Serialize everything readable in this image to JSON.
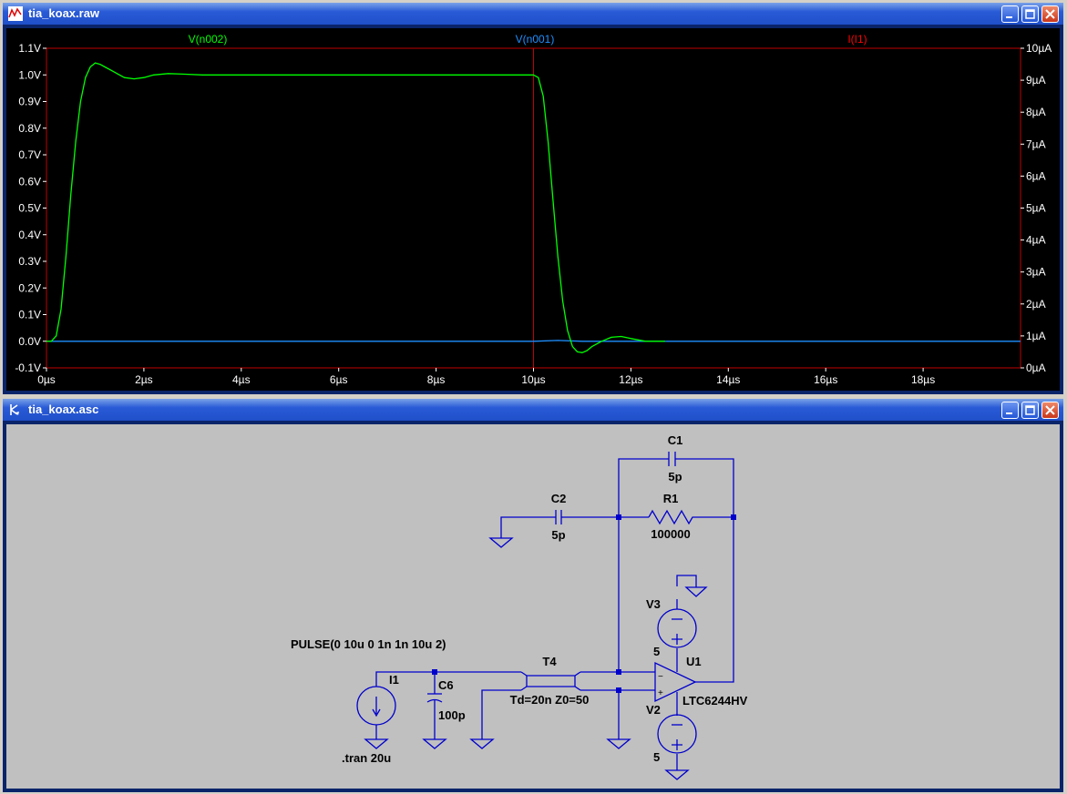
{
  "plot_window": {
    "title": "tia_koax.raw",
    "icon": "waveform-icon",
    "buttons": [
      "minimize-icon",
      "maximize-icon",
      "close-icon"
    ]
  },
  "schematic_window": {
    "title": "tia_koax.asc",
    "icon": "schematic-icon",
    "buttons": [
      "minimize-icon",
      "maximize-icon",
      "close-icon"
    ]
  },
  "colors": {
    "v_n002": "#00ff00",
    "v_n001": "#1e90ff",
    "i_i1": "#ff0000",
    "wire": "#0000cc",
    "plot_bg": "#000000",
    "grid_border": "#c00000",
    "schematic_bg": "#c0c0c0"
  },
  "chart_data": {
    "type": "line",
    "traces": [
      {
        "label": "V(n002)",
        "color": "#00ff00",
        "axis": "left"
      },
      {
        "label": "V(n001)",
        "color": "#1e90ff",
        "axis": "left"
      },
      {
        "label": "I(I1)",
        "color": "#ff0000",
        "axis": "right"
      }
    ],
    "x_ticks": [
      "0µs",
      "2µs",
      "4µs",
      "6µs",
      "8µs",
      "10µs",
      "12µs",
      "14µs",
      "16µs",
      "18µs"
    ],
    "x_tick_values": [
      0,
      2,
      4,
      6,
      8,
      10,
      12,
      14,
      16,
      18
    ],
    "xlim": [
      0,
      20
    ],
    "y_left_ticks": [
      "1.1V",
      "1.0V",
      "0.9V",
      "0.8V",
      "0.7V",
      "0.6V",
      "0.5V",
      "0.4V",
      "0.3V",
      "0.2V",
      "0.1V",
      "0.0V",
      "-0.1V"
    ],
    "y_left_values": [
      1.1,
      1.0,
      0.9,
      0.8,
      0.7,
      0.6,
      0.5,
      0.4,
      0.3,
      0.2,
      0.1,
      0.0,
      -0.1
    ],
    "ylim_left": [
      -0.1,
      1.1
    ],
    "y_right_ticks": [
      "10µA",
      "9µA",
      "8µA",
      "7µA",
      "6µA",
      "5µA",
      "4µA",
      "3µA",
      "2µA",
      "1µA",
      "0µA"
    ],
    "y_right_values": [
      10,
      9,
      8,
      7,
      6,
      5,
      4,
      3,
      2,
      1,
      0
    ],
    "ylim_right": [
      0,
      10
    ],
    "cursor_x": 10,
    "series": [
      {
        "name": "V(n002)",
        "x": [
          0,
          0.1,
          0.2,
          0.3,
          0.4,
          0.5,
          0.6,
          0.7,
          0.8,
          0.9,
          1.0,
          1.1,
          1.2,
          1.4,
          1.6,
          1.8,
          2.0,
          2.2,
          2.5,
          2.8,
          3.2,
          10.0,
          10.1,
          10.2,
          10.3,
          10.4,
          10.5,
          10.6,
          10.7,
          10.8,
          10.9,
          11.0,
          11.1,
          11.2,
          11.4,
          11.6,
          11.8,
          12.0,
          12.3,
          12.7
        ],
        "y": [
          0.0,
          0.0,
          0.02,
          0.12,
          0.32,
          0.55,
          0.75,
          0.9,
          0.99,
          1.03,
          1.045,
          1.04,
          1.03,
          1.01,
          0.99,
          0.985,
          0.99,
          1.0,
          1.005,
          1.003,
          1.0,
          1.0,
          0.99,
          0.92,
          0.75,
          0.53,
          0.32,
          0.15,
          0.04,
          -0.02,
          -0.04,
          -0.043,
          -0.035,
          -0.02,
          0.0,
          0.015,
          0.018,
          0.01,
          0.0,
          0.0
        ]
      },
      {
        "name": "V(n001)",
        "x": [
          0,
          0.6,
          10.0,
          10.5,
          11.0,
          12.0,
          20.0
        ],
        "y": [
          0.0,
          0.0,
          0.0,
          0.003,
          0.0,
          0.0,
          0.0
        ]
      }
    ]
  },
  "schematic": {
    "c1": {
      "name": "C1",
      "value": "5p"
    },
    "c2": {
      "name": "C2",
      "value": "5p"
    },
    "r1": {
      "name": "R1",
      "value": "100000"
    },
    "v3": {
      "name": "V3",
      "value": "5"
    },
    "v2": {
      "name": "V2",
      "value": "5"
    },
    "u1": {
      "name": "U1",
      "model": "LTC6244HV"
    },
    "i1": {
      "name": "I1",
      "spec": "PULSE(0 10u 0 1n 1n 10u 2)"
    },
    "c6": {
      "name": "C6",
      "value": "100p"
    },
    "t4": {
      "name": "T4",
      "spec": "Td=20n Z0=50"
    },
    "directive": ".tran 20u",
    "opamp_plus": "+",
    "opamp_minus": "−"
  }
}
